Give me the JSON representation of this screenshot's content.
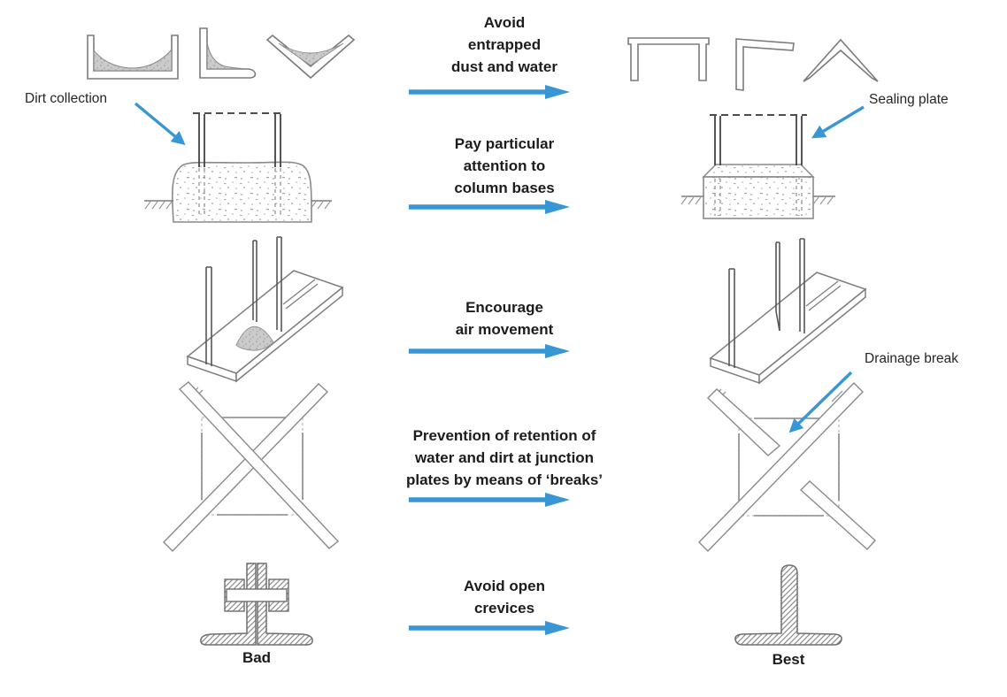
{
  "colors": {
    "arrow_blue": "#3996d5",
    "text_dark": "#1c1c1c",
    "line_gray": "#7b7b7b"
  },
  "advice": [
    {
      "text": "Avoid\nentrapped\ndust and water"
    },
    {
      "text": "Pay particular\nattention to\ncolumn bases"
    },
    {
      "text": "Encourage\nair movement"
    },
    {
      "text": "Prevention of retention of\nwater and dirt at junction\nplates by means of ‘breaks’"
    },
    {
      "text": "Avoid open\ncrevices"
    }
  ],
  "callouts": {
    "dirt_collection": "Dirt collection",
    "sealing_plate": "Sealing plate",
    "drainage_break": "Drainage break"
  },
  "captions": {
    "bad": "Bad",
    "best": "Best"
  }
}
